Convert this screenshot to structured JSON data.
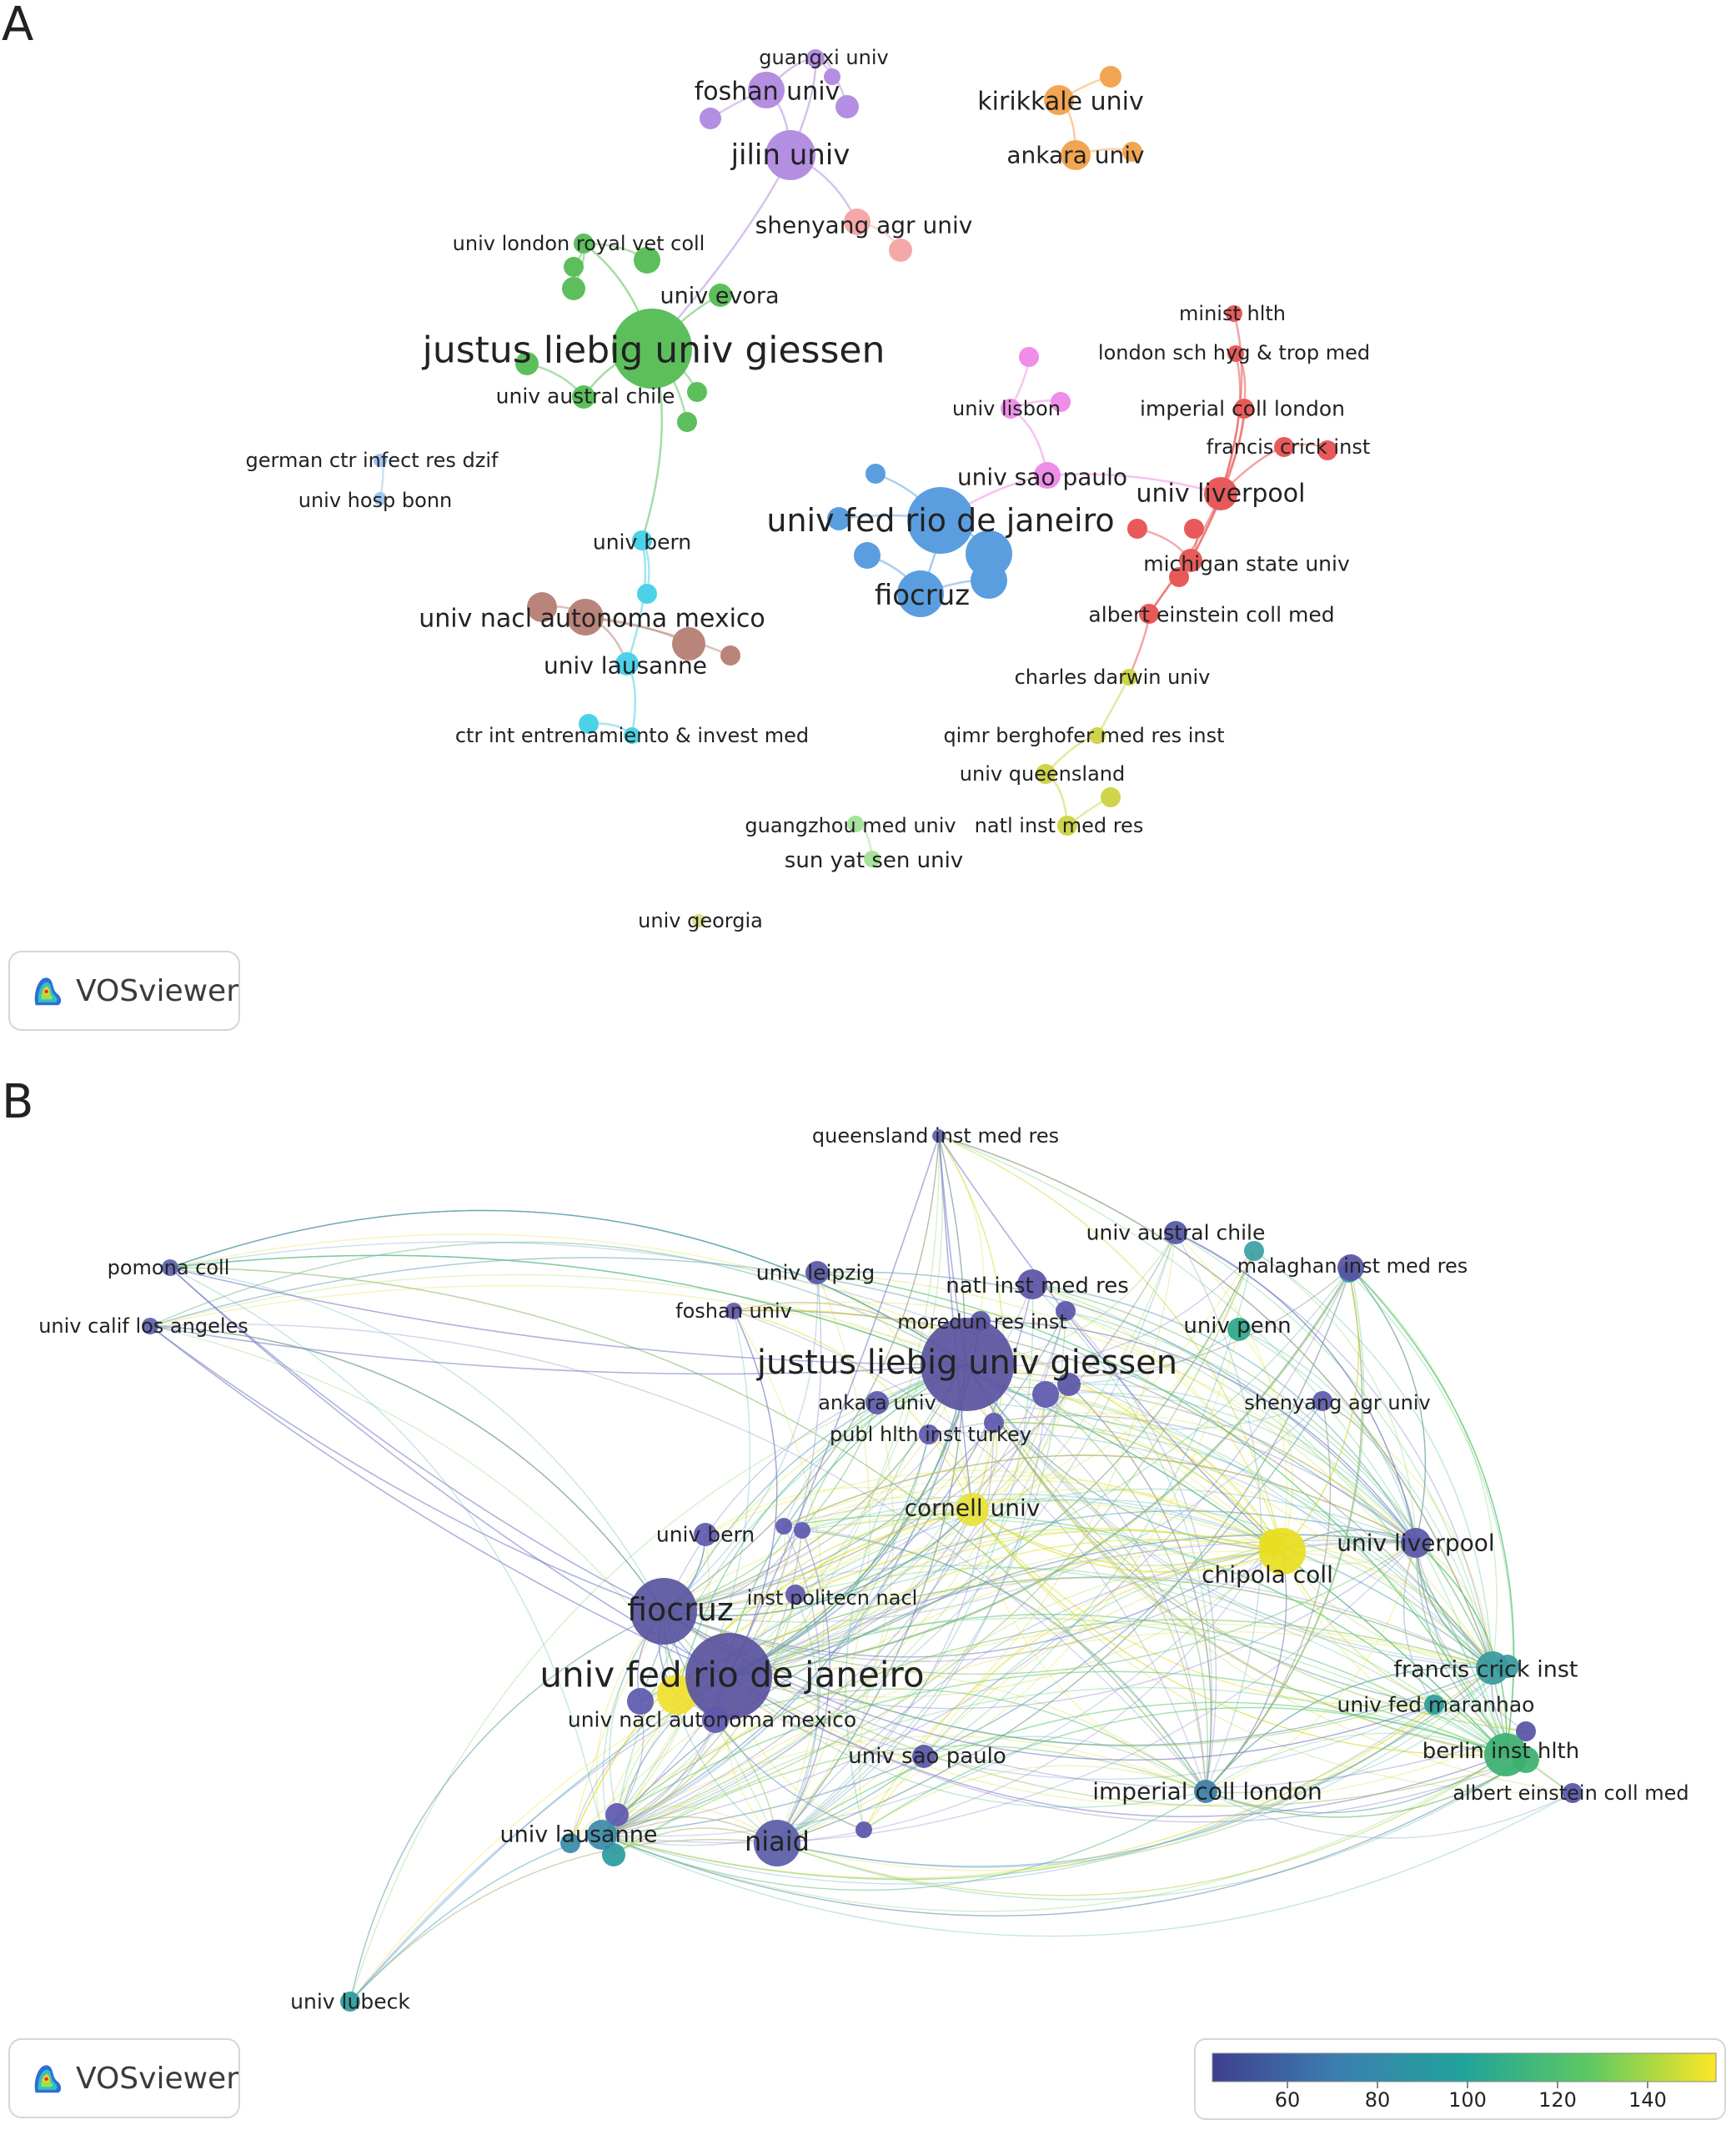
{
  "panels": [
    {
      "id": "A",
      "letter": "A",
      "nodes": [
        {
          "label": "guangxi univ",
          "size": 0
        },
        {
          "label": "foshan univ",
          "size": 0
        },
        {
          "label": "jilin univ",
          "size": 0
        },
        {
          "label": "kirikkale univ",
          "size": 0
        },
        {
          "label": "ankara univ",
          "size": 0
        },
        {
          "label": "shenyang agr univ",
          "size": 0
        },
        {
          "label": "univ london royal vet coll",
          "size": 0
        },
        {
          "label": "univ evora",
          "size": 0
        },
        {
          "label": "justus liebig univ giessen",
          "size": 0
        },
        {
          "label": "univ austral chile",
          "size": 0
        },
        {
          "label": "minist hlth",
          "size": 0
        },
        {
          "label": "london sch hyg & trop med",
          "size": 0
        },
        {
          "label": "imperial coll london",
          "size": 0
        },
        {
          "label": "francis crick inst",
          "size": 0
        },
        {
          "label": "univ liverpool",
          "size": 0
        },
        {
          "label": "michigan state univ",
          "size": 0
        },
        {
          "label": "albert einstein coll med",
          "size": 0
        },
        {
          "label": "univ lisbon",
          "size": 0
        },
        {
          "label": "univ sao paulo",
          "size": 0
        },
        {
          "label": "univ fed rio de janeiro",
          "size": 0
        },
        {
          "label": "fiocruz",
          "size": 0
        },
        {
          "label": "german ctr infect res dzif",
          "size": 0
        },
        {
          "label": "univ hosp bonn",
          "size": 0
        },
        {
          "label": "univ bern",
          "size": 0
        },
        {
          "label": "univ nacl autonoma mexico",
          "size": 0
        },
        {
          "label": "univ lausanne",
          "size": 0
        },
        {
          "label": "ctr int entrenamiento & invest med",
          "size": 0
        },
        {
          "label": "charles darwin univ",
          "size": 0
        },
        {
          "label": "qimr berghofer med res inst",
          "size": 0
        },
        {
          "label": "univ queensland",
          "size": 0
        },
        {
          "label": "natl inst med res",
          "size": 0
        },
        {
          "label": "guangzhou med univ",
          "size": 0
        },
        {
          "label": "sun yat sen univ",
          "size": 0
        },
        {
          "label": "univ georgia",
          "size": 0
        }
      ],
      "logo": "VOSviewer"
    },
    {
      "id": "B",
      "letter": "B",
      "nodes": [
        {
          "label": "queensland inst med res"
        },
        {
          "label": "pomona coll"
        },
        {
          "label": "univ calif los angeles"
        },
        {
          "label": "univ austral chile"
        },
        {
          "label": "univ leipzig"
        },
        {
          "label": "natl inst med res"
        },
        {
          "label": "malaghan inst med res"
        },
        {
          "label": "foshan univ"
        },
        {
          "label": "moredun res inst"
        },
        {
          "label": "univ penn"
        },
        {
          "label": "justus liebig univ giessen"
        },
        {
          "label": "ankara univ"
        },
        {
          "label": "shenyang agr univ"
        },
        {
          "label": "publ hlth inst turkey"
        },
        {
          "label": "cornell univ"
        },
        {
          "label": "univ bern"
        },
        {
          "label": "univ liverpool"
        },
        {
          "label": "chipola coll"
        },
        {
          "label": "inst politecn nacl"
        },
        {
          "label": "fiocruz"
        },
        {
          "label": "francis crick inst"
        },
        {
          "label": "univ fed rio de janeiro"
        },
        {
          "label": "univ fed maranhao"
        },
        {
          "label": "univ nacl autonoma mexico"
        },
        {
          "label": "berlin inst hlth"
        },
        {
          "label": "univ sao paulo"
        },
        {
          "label": "imperial coll london"
        },
        {
          "label": "albert einstein coll med"
        },
        {
          "label": "univ lausanne"
        },
        {
          "label": "niaid"
        },
        {
          "label": "univ lubeck"
        }
      ],
      "logo": "VOSviewer",
      "colorbar": {
        "ticks": [
          "60",
          "80",
          "100",
          "120",
          "140"
        ],
        "colors": [
          "#3f3f8f",
          "#3b7fb0",
          "#21a39a",
          "#5ec962",
          "#fde725"
        ]
      }
    }
  ],
  "cluster_colors": {
    "purple": "#b48ee0",
    "orange": "#f2a552",
    "pink": "#f4a9a8",
    "green": "#5cbf5c",
    "red": "#e85a5a",
    "magenta": "#ee8ee8",
    "blue": "#5b9ee0",
    "lightblue": "#9fc6ef",
    "cyan": "#4cd2e8",
    "brown": "#b9857a",
    "yellow": "#cfd44a",
    "lightgreen": "#a7e29a",
    "yellowgreen": "#d9e08a"
  }
}
